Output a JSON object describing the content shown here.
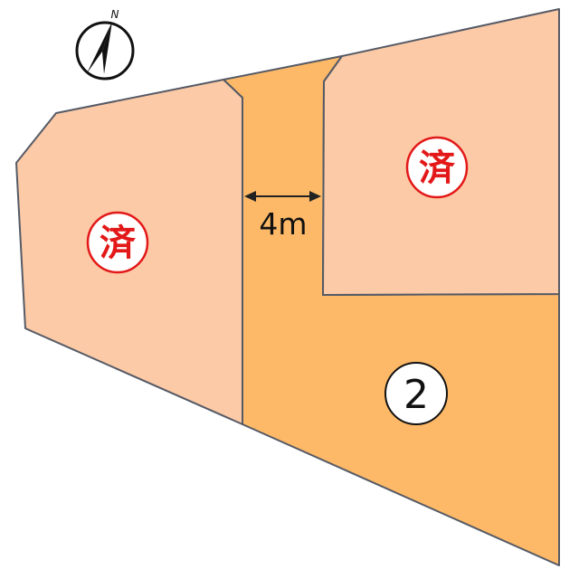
{
  "compass": {
    "label": "N",
    "icon": "north-arrow-icon"
  },
  "lots": [
    {
      "id": "lot-west",
      "status_label": "済",
      "sold": true,
      "fill_color": "#fccaa6"
    },
    {
      "id": "lot-northeast",
      "status_label": "済",
      "sold": true,
      "fill_color": "#fccaa6"
    },
    {
      "id": "lot-2",
      "number_label": "2",
      "sold": false,
      "fill_color": "#fdb967"
    }
  ],
  "access_road": {
    "width_label": "4m"
  },
  "colors": {
    "sold_lot_fill": "#fccaa6",
    "available_lot_fill": "#fdb967",
    "boundary_line": "#555a66",
    "sold_stamp": "#e31818",
    "dimension_line": "#222222",
    "text": "#111111"
  }
}
